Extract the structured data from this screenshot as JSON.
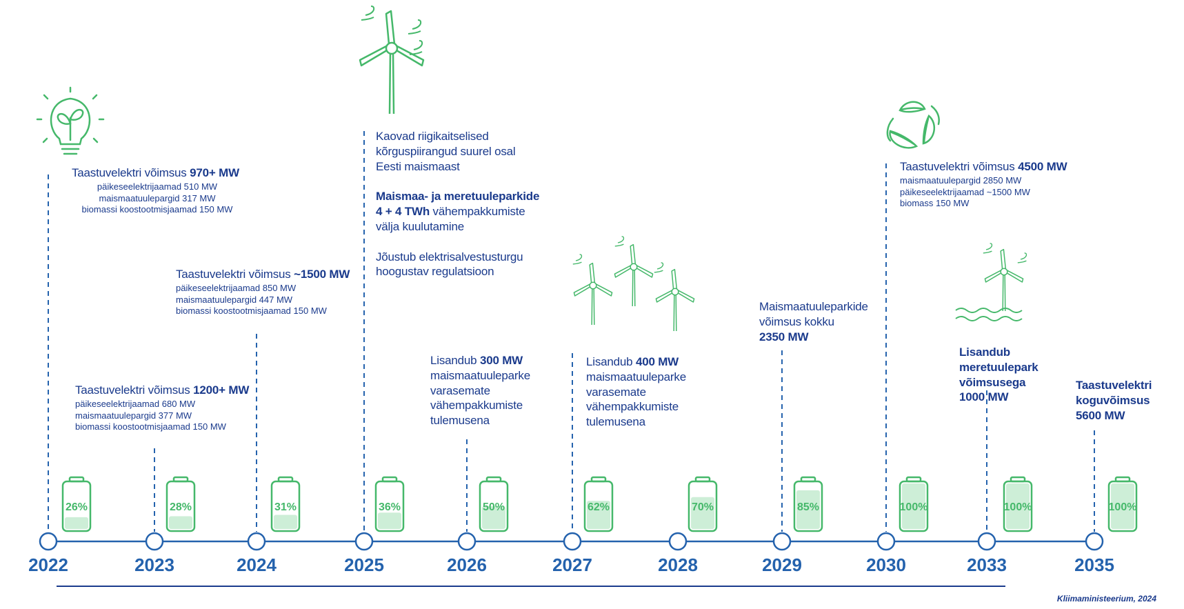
{
  "colors": {
    "blue": "#2462ad",
    "dark_blue": "#1a3a8c",
    "green": "#45b86a",
    "green_fill": "#cdeed7"
  },
  "years": [
    "2022",
    "2023",
    "2024",
    "2025",
    "2026",
    "2027",
    "2028",
    "2029",
    "2030",
    "2033",
    "2035"
  ],
  "battery_levels": [
    "26%",
    "28%",
    "31%",
    "36%",
    "50%",
    "62%",
    "70%",
    "85%",
    "100%",
    "100%",
    "100%"
  ],
  "battery_fill_fraction": [
    0.26,
    0.28,
    0.31,
    0.36,
    0.5,
    0.62,
    0.7,
    0.85,
    1.0,
    1.0,
    1.0
  ],
  "icons": [
    "lightbulb-plant-icon",
    "wind-turbine-icon",
    "wind-farm-icon",
    "offshore-wind-turbine-icon",
    "recycle-leaves-icon",
    "battery-icon"
  ],
  "milestones": {
    "m2022": {
      "pre": "Taastuvelektri võimsus ",
      "bold": "970+ MW",
      "lines": [
        "päikeseelektrijaamad 510 MW",
        "maismaatuulepargid 317 MW",
        "biomassi koostootmisjaamad 150 MW"
      ]
    },
    "m2023": {
      "pre": "Taastuvelektri võimsus ",
      "bold": "1200+ MW",
      "lines": [
        "päikeseelektrijaamad 680 MW",
        "maismaatuulepargid 377 MW",
        "biomassi koostootmisjaamad 150 MW"
      ]
    },
    "m2024": {
      "pre": "Taastuvelektri võimsus ",
      "bold": "~1500 MW",
      "lines": [
        "päikeseelektrijaamad 850 MW",
        "maismaatuulepargid 447 MW",
        "biomassi koostootmisjaamad 150 MW"
      ]
    },
    "m2025": {
      "p1": [
        "Kaovad riigikaitselised",
        "kõrguspiirangud suurel osal",
        "Eesti maismaast"
      ],
      "p2_bold1": "Maismaa- ja meretuuleparkide",
      "p2_bold2": "4 + 4 TWh",
      "p2_rest": " vähempakkumiste",
      "p2_line3": "välja kuulutamine",
      "p3": [
        "Jõustub elektrisalvestusturgu",
        "hoogustav regulatsioon"
      ]
    },
    "m2026": {
      "pre": "Lisandub ",
      "bold": "300 MW",
      "lines": [
        "maismaatuuleparke",
        "varasemate",
        "vähempakkumiste",
        "tulemusena"
      ]
    },
    "m2027": {
      "pre": "Lisandub ",
      "bold": "400 MW",
      "lines": [
        "maismaatuuleparke",
        "varasemate",
        "vähempakkumiste",
        "tulemusena"
      ]
    },
    "m2029": {
      "lines": [
        "Maismaatuuleparkide",
        "võimsus kokku"
      ],
      "bold": "2350 MW"
    },
    "m2030": {
      "pre": "Taastuvelektri võimsus ",
      "bold": "4500 MW",
      "lines": [
        "maismaatuulepargid 2850 MW",
        "päikeseelektrijaamad ~1500 MW",
        "biomass 150 MW"
      ]
    },
    "m2033": {
      "lines": [
        "Lisandub",
        "meretuulepark",
        "võimsusega",
        "1000 MW"
      ]
    },
    "m2035": {
      "lines": [
        "Taastuvelektri",
        "koguvõimsus",
        "5600 MW"
      ]
    }
  },
  "credit": "Kliimaministeerium, 2024"
}
